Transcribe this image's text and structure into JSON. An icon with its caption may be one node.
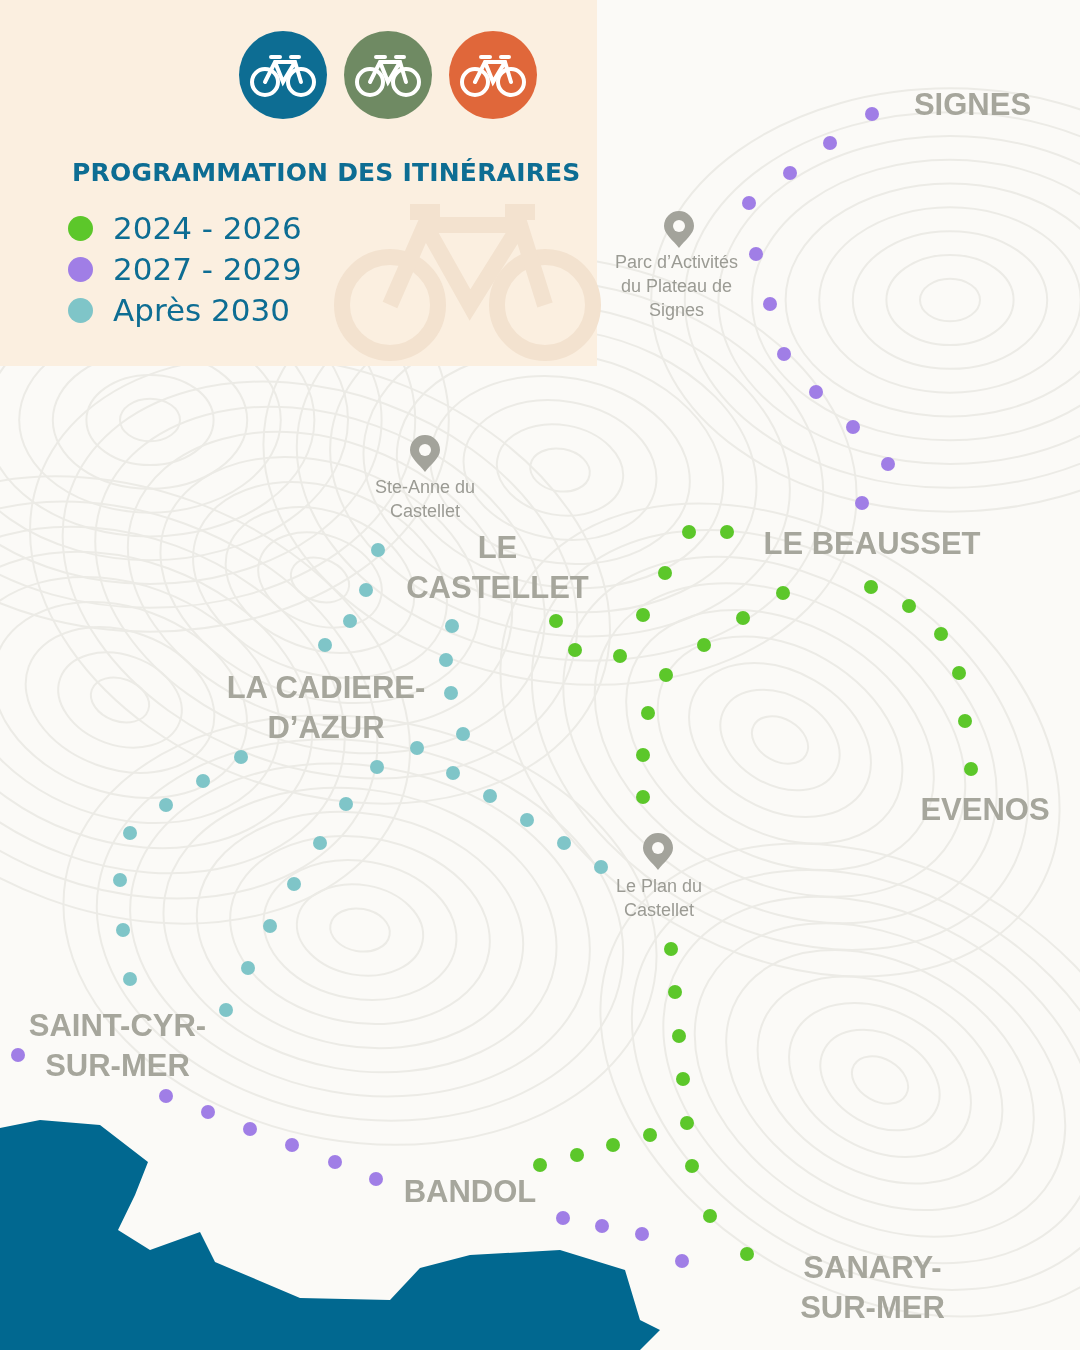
{
  "diagram": {
    "title": "PROGRAMMATION DES ITINÉRAIRES",
    "labels": [
      "SIGNES",
      "Parc d’Activités du Plateau de Signes",
      "Ste-Anne du Castellet",
      "LE CASTELLET",
      "LE BEAUSSET",
      "LA CADIERE-D’AZUR",
      "EVENOS",
      "Le Plan du Castellet",
      "SAINT-CYR-SUR-MER",
      "BANDOL",
      "SANARY-SUR-MER"
    ],
    "legend": [
      {
        "text": "2024 - 2026",
        "color": "#5cc72a"
      },
      {
        "text": "2027 - 2029",
        "color": "#a07ee6"
      },
      {
        "text": "Après 2030",
        "color": "#7fc5c8"
      }
    ]
  }
}
